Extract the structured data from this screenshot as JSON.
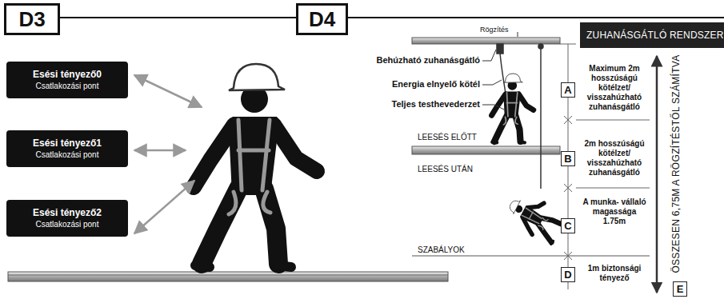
{
  "diagram": {
    "nodes": [
      {
        "text": [
          "D3"
        ]
      },
      {
        "text": [
          "Esési tényező0",
          "Csatlakozási pont"
        ]
      },
      {
        "text": [
          "Esési tényező1",
          "Csatlakozási pont"
        ]
      },
      {
        "text": [
          "Esési tényező2",
          "Csatlakozási pont"
        ]
      },
      {
        "text": [
          "D4"
        ]
      },
      {
        "text": [
          "ZUHANÁSGÁTLÓ RENDSZER"
        ]
      },
      {
        "text": [
          "A"
        ]
      },
      {
        "text": [
          "B"
        ]
      },
      {
        "text": [
          "C"
        ]
      },
      {
        "text": [
          "D"
        ]
      },
      {
        "text": [
          "E"
        ]
      }
    ],
    "labels": [
      "Rögzítés",
      "Behúzható zuhanásgátló",
      "Energia elnyelő kötél",
      "Teljes testhevederzet",
      "LEESÉS ELŐTT",
      "LEESÉS UTÁN",
      "SZABÁLYOK",
      "Maximum 2m hosszúságú kötélzet/ visszahúzható zuhanásgátló",
      "2m hosszúságú kötélzet/ visszahúzható zuhanásgátló",
      "A munka- vállaló magassága 1.75m",
      "1m biztonsági tényező",
      "ÖSSZESEN 6,75M A RÖGZÍTÉSTŐL SZÁMÍTVA"
    ]
  }
}
